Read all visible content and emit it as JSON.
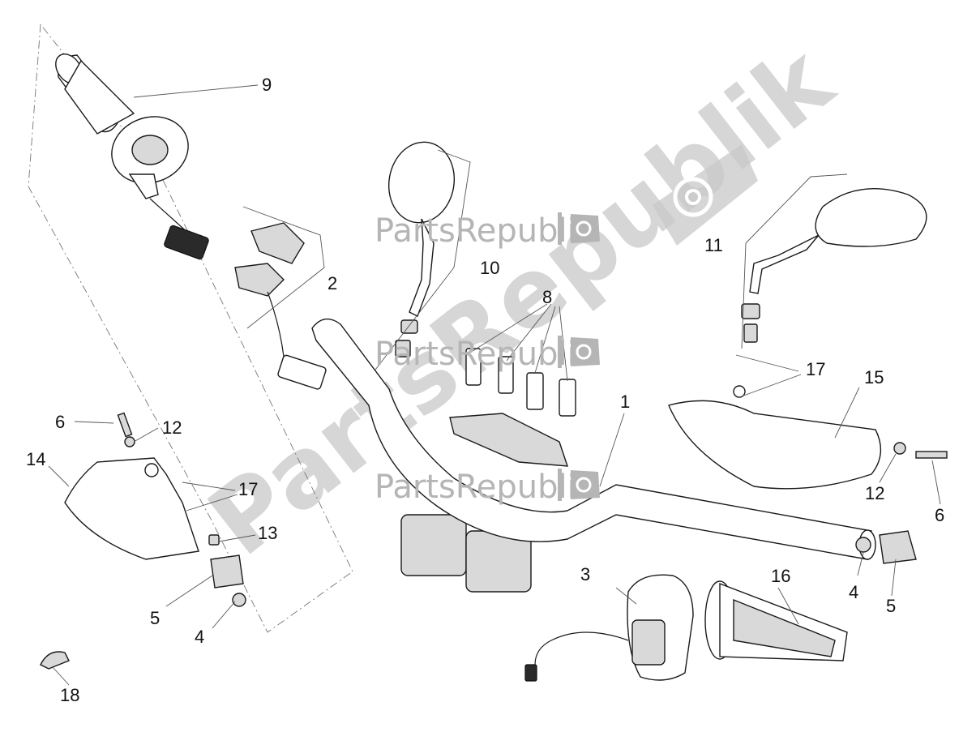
{
  "watermark": {
    "brand": "PartsRepublik",
    "icon": "gear-icon"
  },
  "callouts": {
    "c1": "1",
    "c2": "2",
    "c3": "3",
    "c4a": "4",
    "c4b": "4",
    "c5a": "5",
    "c5b": "5",
    "c6a": "6",
    "c6b": "6",
    "c8": "8",
    "c9": "9",
    "c10": "10",
    "c11": "11",
    "c12a": "12",
    "c12b": "12",
    "c13": "13",
    "c14": "14",
    "c15": "15",
    "c16": "16",
    "c17a": "17",
    "c17b": "17",
    "c18": "18"
  },
  "colors": {
    "line": "#1a1a1a",
    "watermark": "#b5b5b5",
    "part_fill": "#d9d9d9"
  }
}
